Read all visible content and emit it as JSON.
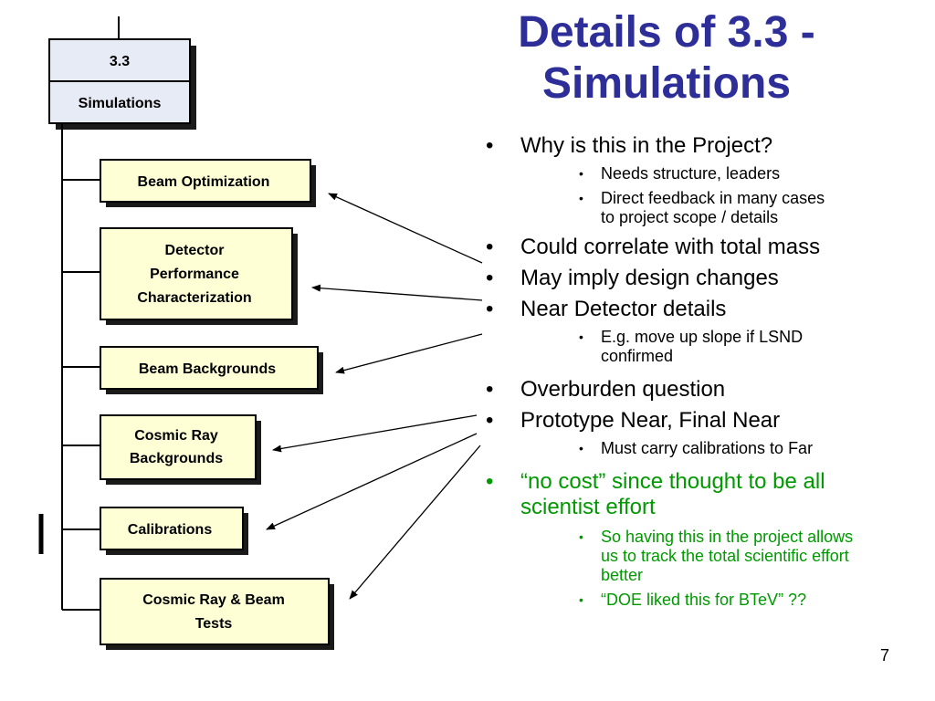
{
  "slide": {
    "title_line1": "Details of 3.3 -",
    "title_line2": "Simulations",
    "page_number": "7"
  },
  "org_chart": {
    "root": {
      "number": "3.3",
      "label": "Simulations"
    },
    "children": [
      {
        "lines": [
          "Beam Optimization"
        ]
      },
      {
        "lines": [
          "Detector",
          "Performance",
          "Characterization"
        ]
      },
      {
        "lines": [
          "Beam Backgrounds"
        ]
      },
      {
        "lines": [
          "Cosmic Ray",
          "Backgrounds"
        ]
      },
      {
        "lines": [
          "Calibrations"
        ]
      },
      {
        "lines": [
          "Cosmic Ray & Beam",
          "Tests"
        ]
      }
    ]
  },
  "bullets": {
    "b1": "Why is this in the Project?",
    "b1_1": "Needs structure, leaders",
    "b1_2": "Direct feedback in many cases to project scope / details",
    "b2": "Could correlate with total mass",
    "b3": "May imply design changes",
    "b4": "Near Detector details",
    "b4_1": "E.g. move up slope if LSND confirmed",
    "b5": "Overburden question",
    "b6": "Prototype Near, Final Near",
    "b6_1": "Must carry calibrations to Far",
    "b7": "“no cost” since thought to be all scientist effort",
    "b7_1": "So having this in the project allows us to track the total scientific effort better",
    "b7_2": "“DOE liked this for BTeV” ??"
  },
  "colors": {
    "title": "#2e2e99",
    "green_text": "#009900",
    "root_box_fill": "#e6ebf5",
    "child_box_fill": "#ffffd6",
    "box_shadow": "#1a1a1a"
  }
}
